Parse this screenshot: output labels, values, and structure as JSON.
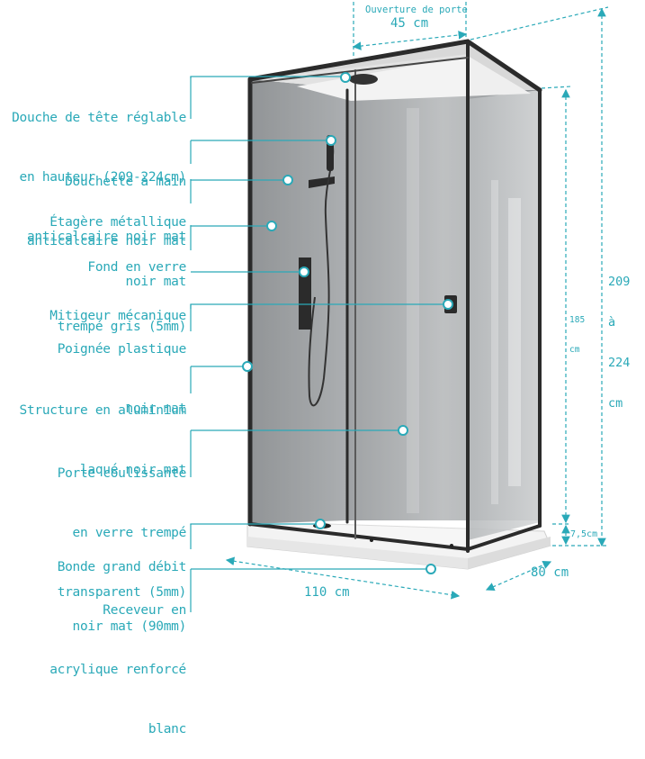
{
  "colors": {
    "accent": "#2aa9b8",
    "frame": "#2b2b2b",
    "glass_back": "#8f9295",
    "tray": "#f4f4f4"
  },
  "labels": [
    {
      "id": "head-shower",
      "lines": [
        "Douche de tête réglable",
        "en hauteur (209-224cm)",
        "anticalcaire noir mat"
      ]
    },
    {
      "id": "hand-shower",
      "lines": [
        "Douchette à main",
        "anticalcaire noir mat"
      ]
    },
    {
      "id": "shelf",
      "lines": [
        "Étagère métallique",
        "noir mat"
      ]
    },
    {
      "id": "glass-back",
      "lines": [
        "Fond en verre",
        "trempé gris (5mm)"
      ]
    },
    {
      "id": "mixer",
      "lines": [
        "Mitigeur mécanique"
      ]
    },
    {
      "id": "handle",
      "lines": [
        "Poignée plastique",
        "noir mat"
      ]
    },
    {
      "id": "structure",
      "lines": [
        "Structure en aluminium",
        "laqué noir mat"
      ]
    },
    {
      "id": "sliding-door",
      "lines": [
        "Porte coulissante",
        "en verre trempé",
        "transparent (5mm)"
      ]
    },
    {
      "id": "drain",
      "lines": [
        "Bonde grand débit",
        "noir mat (90mm)"
      ]
    },
    {
      "id": "tray",
      "lines": [
        "Receveur en",
        "acrylique renforcé",
        "blanc"
      ]
    }
  ],
  "dimensions": {
    "door_opening_title": "Ouverture de porte",
    "door_opening_value": "45 cm",
    "total_height": [
      "209",
      "à",
      "224",
      "cm"
    ],
    "inner_height": [
      "185",
      "cm"
    ],
    "tray_height": "7,5cm",
    "width": "110 cm",
    "depth": "80 cm"
  }
}
